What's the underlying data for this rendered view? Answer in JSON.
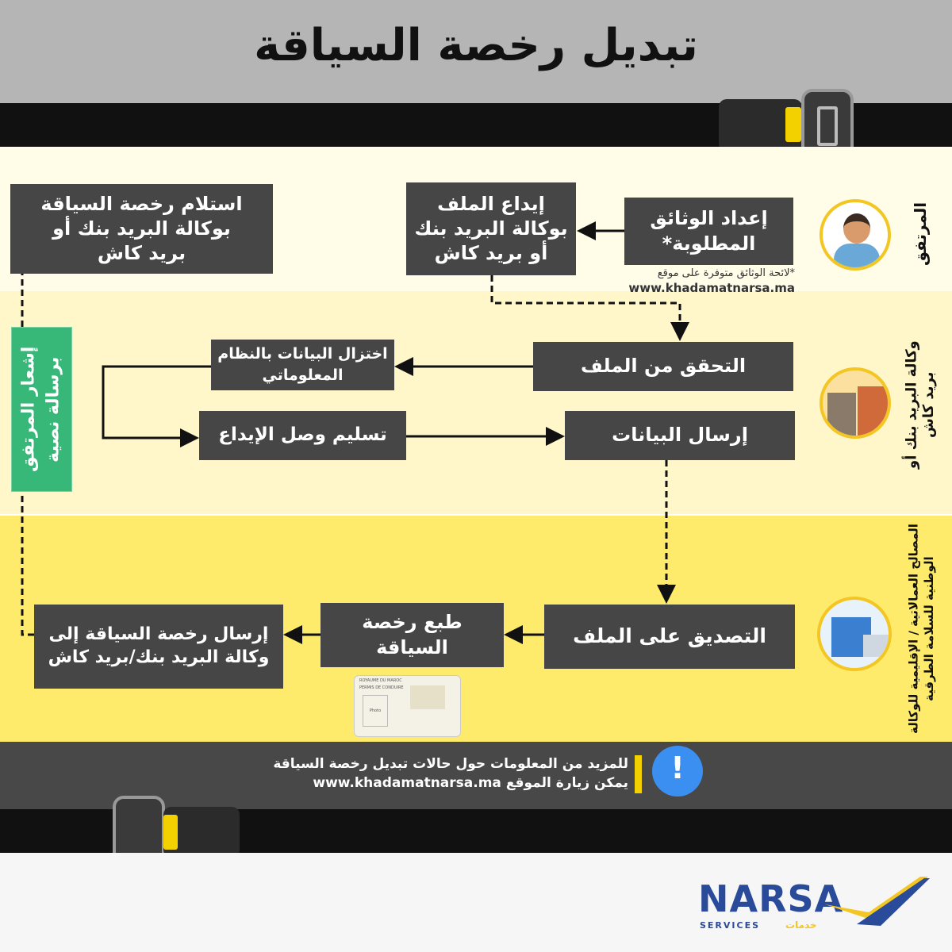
{
  "title": "تبديل رخصة السياقة",
  "lanes": {
    "user": "المرتفق",
    "post": "وكالة البريد بنك أو بريد كاش",
    "narsa": "المصالح العمالاتية / الإقليمية للوكالة الوطنية للسلامة الطرقية"
  },
  "steps": {
    "prepare": "إعداد الوثائق المطلوبة*",
    "deposit": "إيداع الملف بوكالة البريد بنك أو بريد كاش",
    "receive": "استلام رخصة السياقة بوكالة البريد بنك أو بريد كاش",
    "verify": "التحقق من الملف",
    "capture": "اختزال البيانات بالنظام المعلوماتي",
    "send_data": "إرسال البيانات",
    "receipt": "تسليم وصل الإيداع",
    "approve": "التصديق على الملف",
    "print": "طبع رخصة السياقة",
    "send_license": "إرسال رخصة السياقة إلى وكالة البريد بنك/بريد كاش"
  },
  "sms_badge": "إشعار المرتفق برسالة نصية",
  "docs_note": "*لائحة الوثائق متوفرة على موقع",
  "docs_url": "www.khadamatnarsa.ma",
  "info": {
    "line1": "للمزيد من المعلومات حول حالات تبديل رخصة السياقة",
    "line2": "يمكن زيارة الموقع",
    "url": "www.khadamatnarsa.ma"
  },
  "card": {
    "country": "ROYAUME DU MAROC",
    "type": "PERMIS DE CONDUIRE",
    "photo": "Photo"
  },
  "logo": {
    "name": "NARSA",
    "sub": "SERVICES",
    "sub_ar": "خدمات"
  },
  "colors": {
    "box": "#464646",
    "green": "#37b879",
    "yellow": "#ffe96a",
    "accent": "#f3d000"
  }
}
